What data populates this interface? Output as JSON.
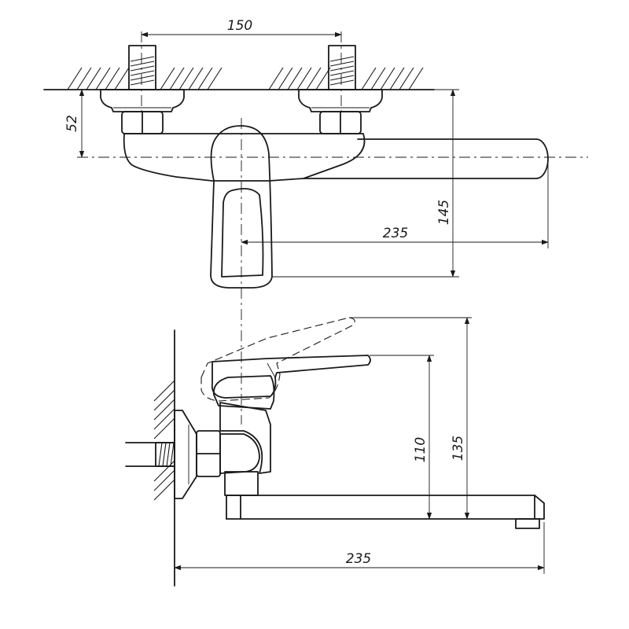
{
  "dimensions": {
    "pipe_spacing": "150",
    "wall_to_spout_axis": "52",
    "total_height_front": "145",
    "spout_reach_front": "235",
    "spout_height": "110",
    "lever_height": "135",
    "total_reach_side": "235"
  }
}
